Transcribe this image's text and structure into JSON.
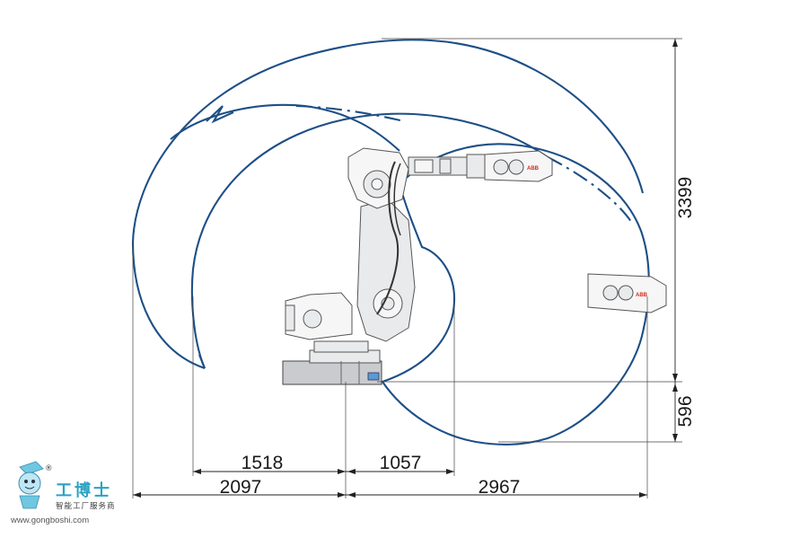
{
  "dimensions": {
    "height_total": "3399",
    "height_below_base": "596",
    "reach_inner": "1518",
    "reach_back_inner": "1057",
    "reach_back_outer": "2097",
    "reach_max": "2967"
  },
  "brand_mark": "ABB",
  "watermark": {
    "name": "工博士",
    "tagline": "智能工厂服务商",
    "url": "www.gongboshi.com",
    "registered": "®"
  },
  "colors": {
    "envelope": "#1d4f86",
    "dimension": "#222222",
    "watermark": "#2aa2c4"
  },
  "icons": [
    "robot-arm-icon",
    "mascot-icon"
  ]
}
